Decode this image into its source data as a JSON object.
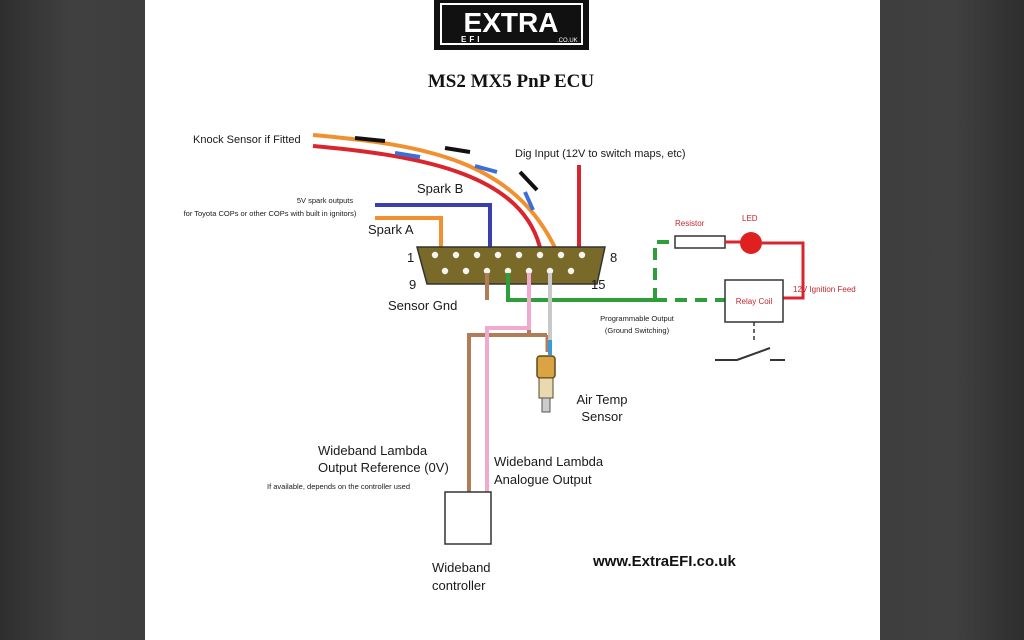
{
  "logo": {
    "main": "EXTRA",
    "sub": "EFI",
    "domain": ".CO.UK"
  },
  "title": "MS2 MX5 PnP ECU",
  "website": "www.ExtraEFI.co.uk",
  "labels": {
    "knock": "Knock Sensor if Fitted",
    "dig_input": "Dig Input (12V to switch maps, etc)",
    "spark_outputs_1": "5V spark outputs",
    "spark_outputs_2": "for Toyota COPs or other COPs with built in ignitors)",
    "spark_b": "Spark B",
    "spark_a": "Spark A",
    "pin_1": "1",
    "pin_8": "8",
    "pin_9": "9",
    "pin_15": "15",
    "sensor_gnd": "Sensor Gnd",
    "resistor": "Resistor",
    "led": "LED",
    "ignition_feed": "12V Ignition Feed",
    "relay_coil": "Relay Coil",
    "prog_output_1": "Programmable Output",
    "prog_output_2": "(Ground Switching)",
    "air_temp_1": "Air Temp",
    "air_temp_2": "Sensor",
    "wb_ref_1": "Wideband Lambda",
    "wb_ref_2": "Output Reference (0V)",
    "wb_ref_note": "If available, depends on the controller used",
    "wb_analogue_1": "Wideband Lambda",
    "wb_analogue_2": "Analogue Output",
    "wb_controller_1": "Wideband",
    "wb_controller_2": "controller"
  },
  "colors": {
    "orange": "#f0902f",
    "red": "#d9262e",
    "blue": "#3a6fd8",
    "navy": "#3a3fae",
    "green": "#2e9e3a",
    "brown": "#b07d58",
    "pink": "#f2a9cf",
    "grey": "#c8c8c8",
    "connector": "#7a6a2a",
    "led": "#e02020"
  }
}
